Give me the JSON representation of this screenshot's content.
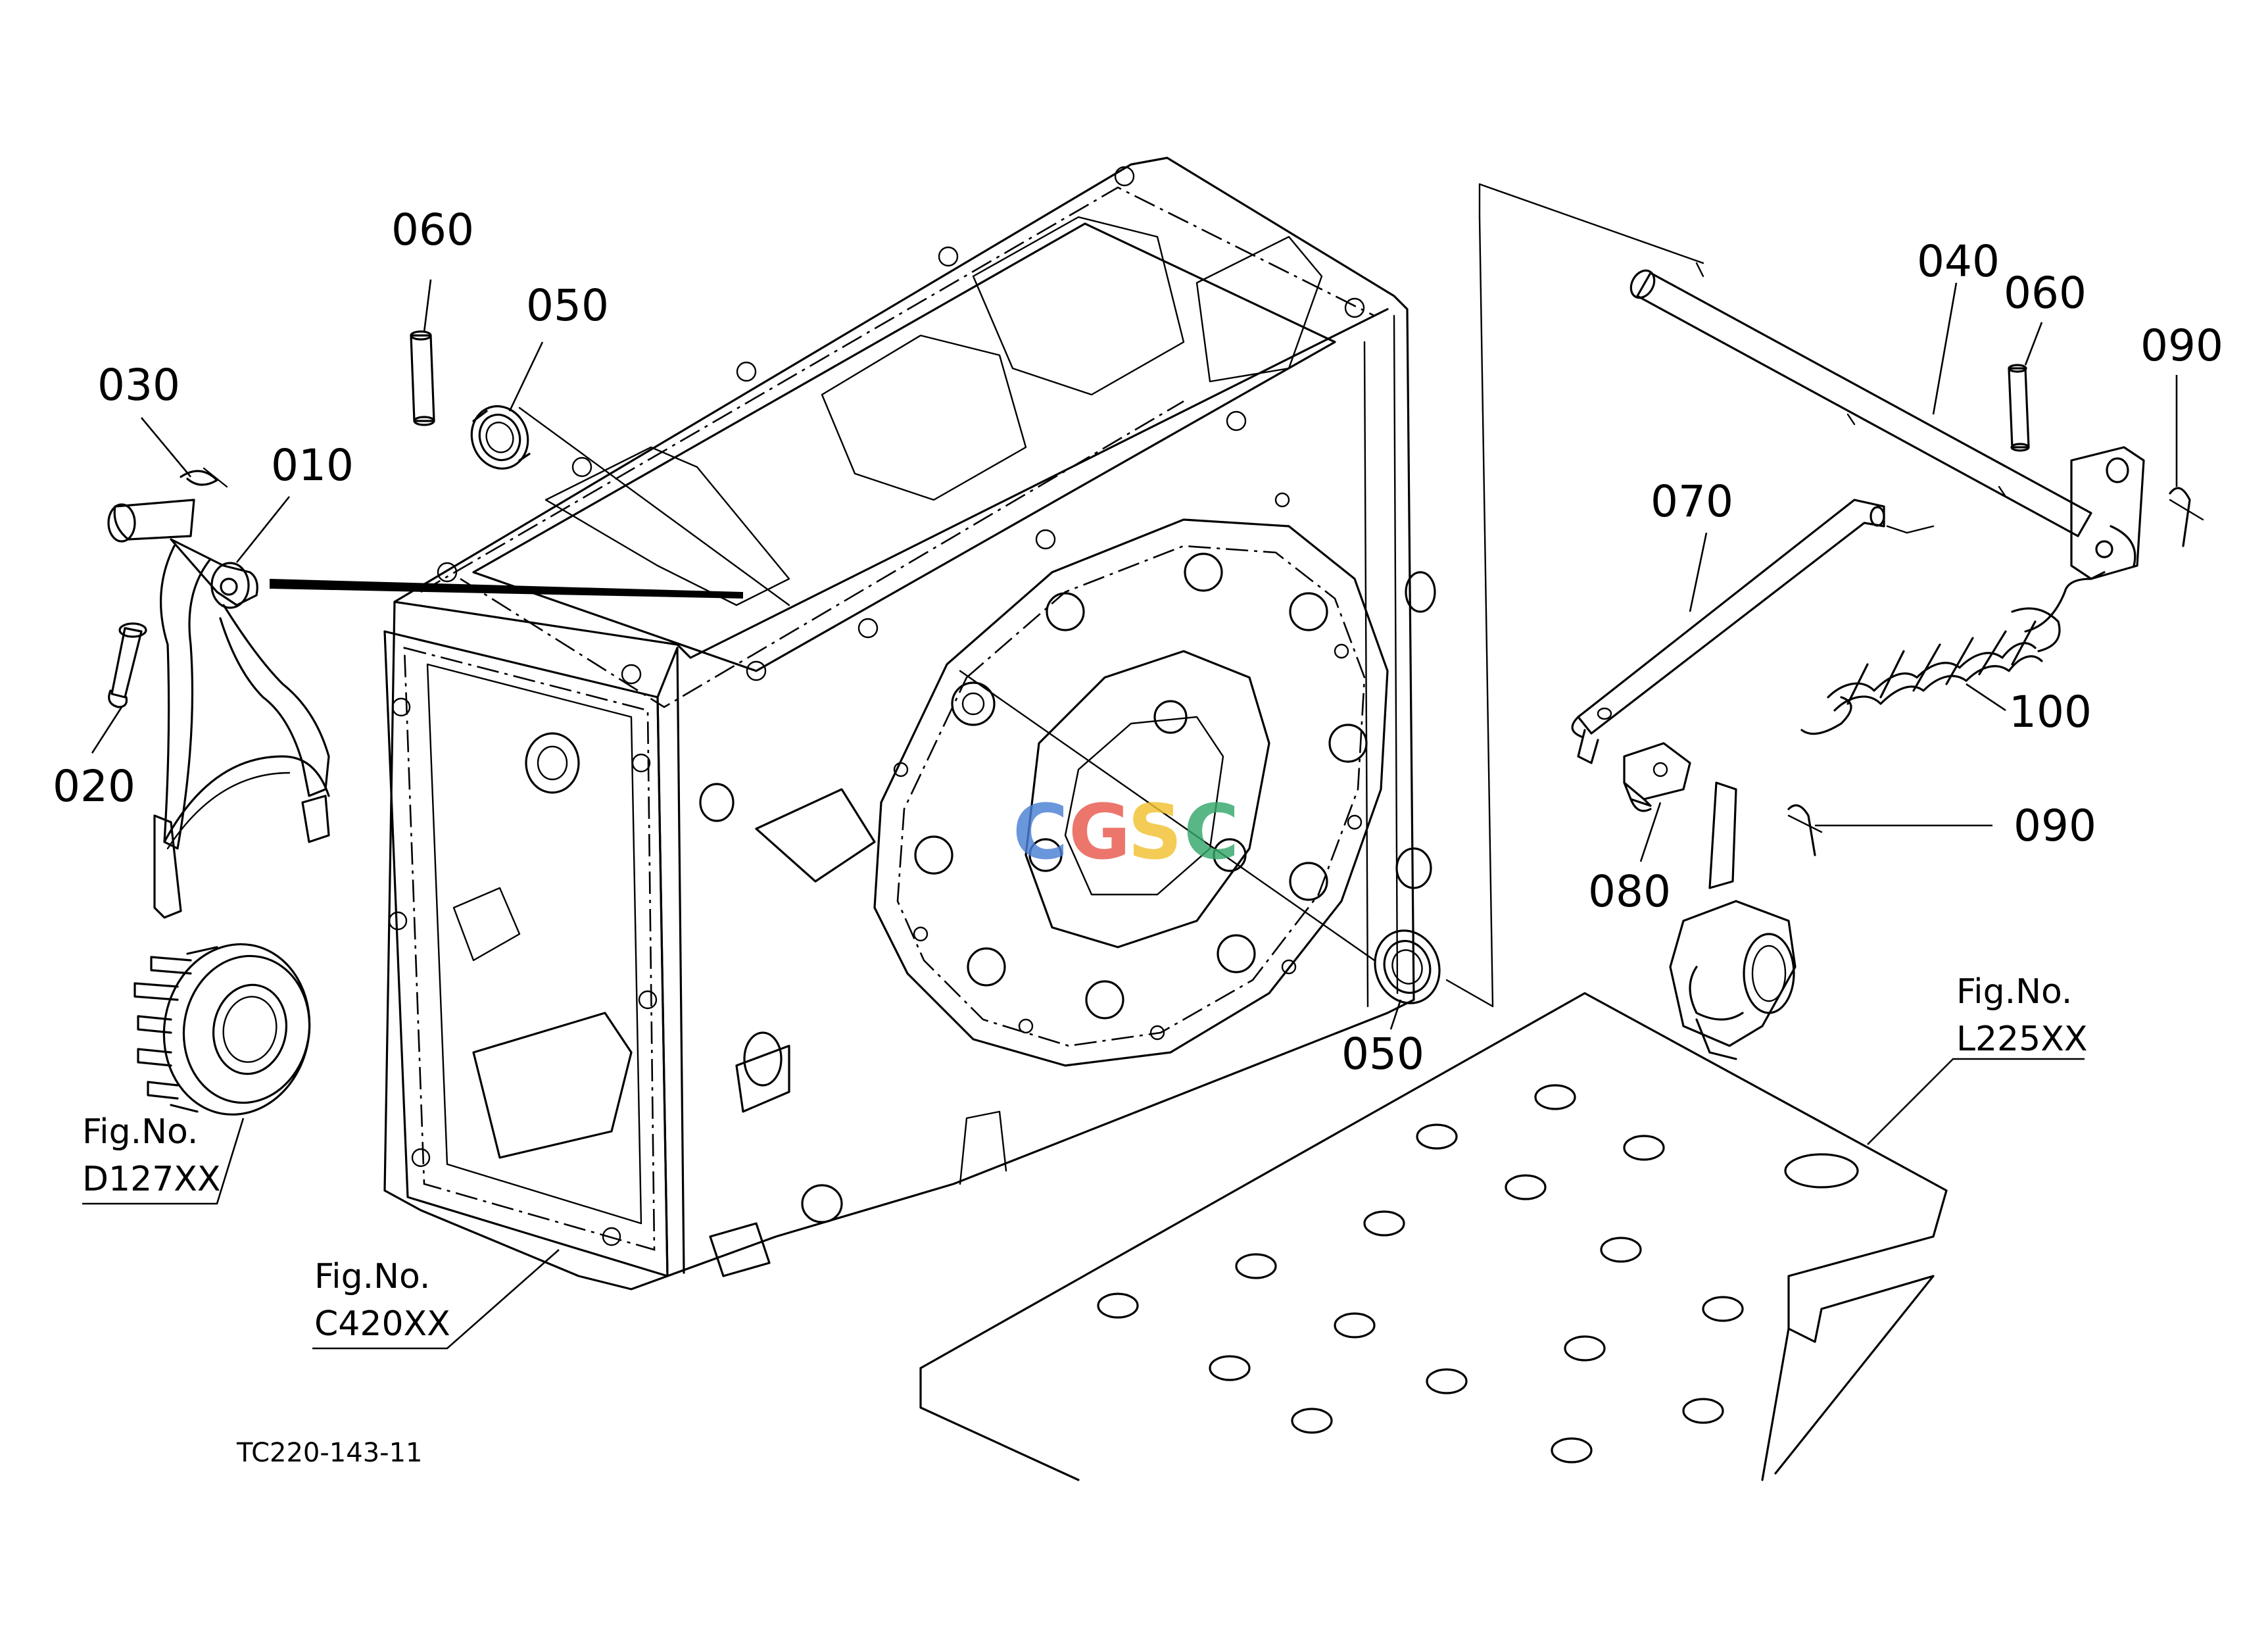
{
  "part_callouts": [
    {
      "id": "c-060-left",
      "text": "060"
    },
    {
      "id": "c-050-top",
      "text": "050"
    },
    {
      "id": "c-030",
      "text": "030"
    },
    {
      "id": "c-010",
      "text": "010"
    },
    {
      "id": "c-020",
      "text": "020"
    },
    {
      "id": "c-040",
      "text": "040"
    },
    {
      "id": "c-060-right",
      "text": "060"
    },
    {
      "id": "c-090-top",
      "text": "090"
    },
    {
      "id": "c-070",
      "text": "070"
    },
    {
      "id": "c-100",
      "text": "100"
    },
    {
      "id": "c-090-mid",
      "text": "090"
    },
    {
      "id": "c-080",
      "text": "080"
    },
    {
      "id": "c-050-bottom",
      "text": "050"
    }
  ],
  "figure_references": [
    {
      "id": "fig-d127",
      "label": "Fig.No.",
      "code": "D127XX"
    },
    {
      "id": "fig-c420",
      "label": "Fig.No.",
      "code": "C420XX"
    },
    {
      "id": "fig-l225",
      "label": "Fig.No.",
      "code": "L225XX"
    }
  ],
  "drawing_number": "TC220-143-11",
  "watermark": {
    "text": "CGSC",
    "colors": [
      "#4a7fd4",
      "#e8584c",
      "#f2c230",
      "#34a86b"
    ]
  }
}
